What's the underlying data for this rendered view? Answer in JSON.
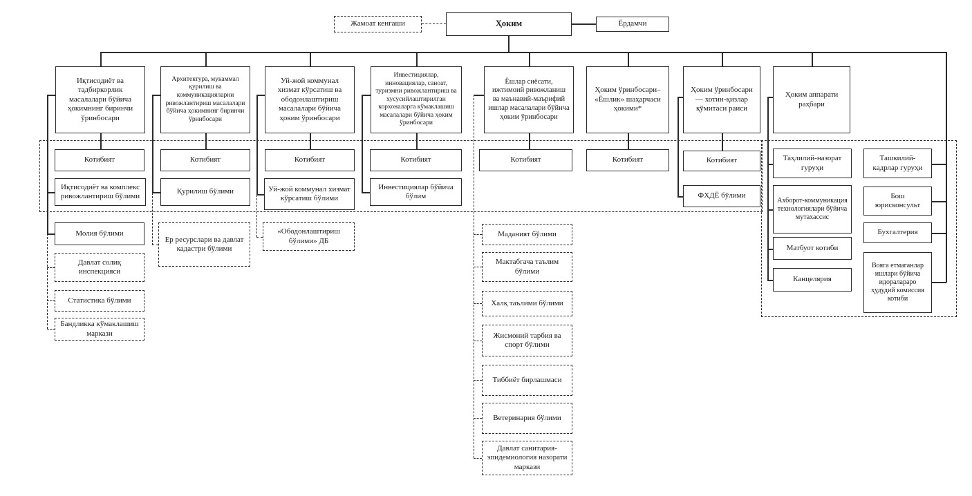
{
  "top": {
    "council": "Жамоат кенгаши",
    "hokim": "Ҳоким",
    "assistant": "Ёрдамчи"
  },
  "columns": [
    {
      "head": "Иқтисодиёт ва тадбиркорлик масалалари бўйича ҳокимнинг биринчи ўринбосари",
      "children": [
        "Котибият",
        "Иқтисодиёт ва комплекс ривожлантириш бўлими",
        "Молия бўлими",
        "Давлат солиқ инспекцияси",
        "Статистика бўлими",
        "Бандликка кўмаклашиш маркази"
      ]
    },
    {
      "head": "Архитектура, мукаммал қурилиш ва коммуникацияларни ривожлантириш масалалари бўйича ҳокимнинг биринчи ўринбосари",
      "children": [
        "Котибият",
        "Қурилиш бўлими",
        "Ер ресурслари ва давлат кадастри бўлими"
      ]
    },
    {
      "head": "Уй-жой коммунал хизмат кўрсатиш ва ободонлаштириш масалалари бўйича ҳоким ўринбосари",
      "children": [
        "Котибият",
        "Уй-жой коммунал хизмат кўрсатиш бўлими",
        "«Ободонлаштириш бўлими» ДБ"
      ]
    },
    {
      "head": "Инвестициялар, инновациялар, саноат, туризмни ривожлантириш ва хусусийлаштирилган корхоналарга кўмаклашиш масалалари бўйича ҳоким ўринбосари",
      "children": [
        "Котибият",
        "Инвестициялар бўйича бўлим"
      ]
    },
    {
      "head": "Ёшлар сиёсати, ижтимоий ривожланиш ва маънавий-маърифий ишлар масалалари бўйича ҳоким ўринбосари",
      "children": [
        "Котибият",
        "Маданият бўлими",
        "Мактабгача таълим бўлими",
        "Халқ таълими бўлими",
        "Жисмоний тарбия ва спорт бўлими",
        "Тиббиёт бирлашмаси",
        "Ветеринария бўлими",
        "Давлат санитария-эпидемиология назорати маркази"
      ]
    },
    {
      "head": "Ҳоким ўринбосари– «Ёшлик» шаҳарчаси ҳокими*",
      "children": [
        "Котибият"
      ]
    },
    {
      "head": "Ҳоким ўринбосари — хотин-қизлар қўмитаси раиси",
      "children": [
        "Котибият",
        "ФХДЁ бўлими"
      ]
    }
  ],
  "apparat": {
    "head": "Ҳоким аппарати раҳбари",
    "left": [
      "Таҳлилий-назорат гуруҳи",
      "Ахборот-коммуникация технологиялари бўйича мутахассис",
      "Матбуот котиби",
      "Канцелярия"
    ],
    "right": [
      "Ташкилий-кадрлар гуруҳи",
      "Бош юрисконсульт",
      "Бухгалтерия",
      "Вояга етмаганлар ишлари бўйича идоралараро ҳудудий комиссия котиби"
    ]
  }
}
